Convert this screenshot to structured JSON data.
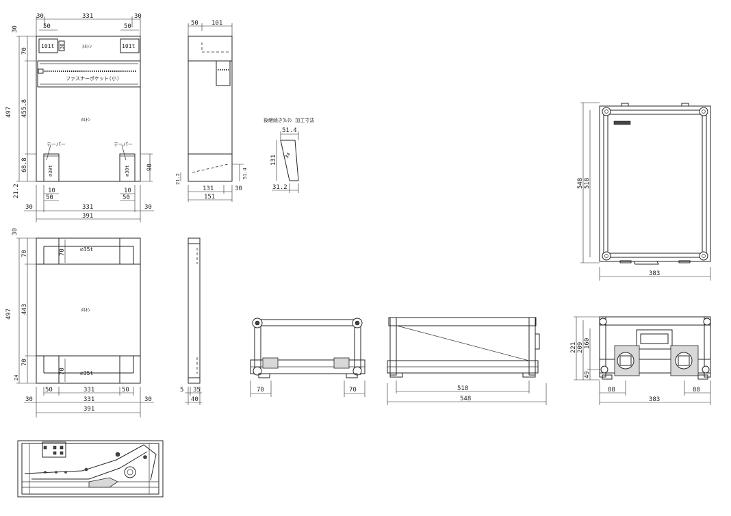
{
  "front_view": {
    "top_dims": [
      "30",
      "331",
      "30",
      "50",
      "50"
    ],
    "left_dims": [
      "30",
      "70",
      "497",
      "455.8",
      "68.8",
      "21.2"
    ],
    "right_dim": "90",
    "bottom_dims": [
      "10",
      "50",
      "10",
      "50",
      "30",
      "331",
      "30",
      "391"
    ],
    "notes": {
      "pad_a": "101t",
      "pad_b": "101t",
      "pocket_h": "30",
      "felt_top": "ﾒﾙﾄﾝ",
      "felt_mid": "ﾒﾙﾄﾝ",
      "pocket": "ファスナーポケット(小)",
      "taper_l": "テーパー",
      "taper_r": "テーパー",
      "foam_l": "⌀30t",
      "foam_r": "⌀30t"
    }
  },
  "side_view": {
    "top_dims": [
      "50",
      "101"
    ],
    "bottom_dims": [
      "131",
      "30",
      "151"
    ],
    "left_dim": "21.2",
    "right_dim": "51.4"
  },
  "wedge_detail": {
    "title": "後継続きｳﾚﾀﾝ 加工寸法",
    "dims": [
      "51.4",
      "131",
      "31.2",
      "34"
    ]
  },
  "lid_view": {
    "left_dims": [
      "30",
      "70",
      "497",
      "443",
      "70",
      "24"
    ],
    "inner_dims": [
      "70",
      "70"
    ],
    "bottom_dims": [
      "50",
      "331",
      "50",
      "30",
      "331",
      "30",
      "391"
    ],
    "notes": {
      "foam_top": "⌀35t",
      "felt": "ﾒﾙﾄﾝ",
      "foam_bottom": "⌀35t"
    }
  },
  "lid_side_view": {
    "dims": [
      "5",
      "35",
      "40"
    ]
  },
  "top_case_view": {
    "left_dims": [
      "548",
      "518"
    ],
    "bottom_dim": "383"
  },
  "front_case_view": {
    "dims": [
      "70",
      "70"
    ]
  },
  "long_case_view": {
    "dims": [
      "518",
      "548"
    ]
  },
  "end_case_view": {
    "left_dims": [
      "221",
      "209",
      "160",
      "49"
    ],
    "bottom_dims": [
      "88",
      "88",
      "383"
    ]
  }
}
